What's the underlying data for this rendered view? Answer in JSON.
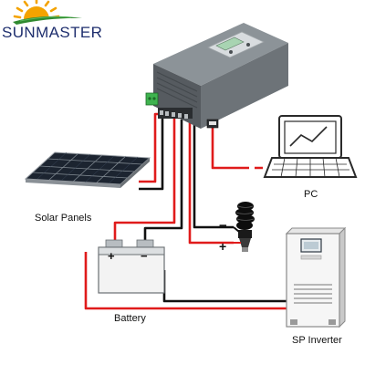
{
  "brand": {
    "name": "SUNMASTER"
  },
  "labels": {
    "solar_panels": "Solar Panels",
    "battery": "Battery",
    "pc": "PC",
    "sp_inverter": "SP Inverter"
  },
  "terminal_signs": {
    "bulb_minus": "−",
    "bulb_plus": "+",
    "battery_plus": "+",
    "battery_minus": "−"
  },
  "wire_colors": {
    "positive": "#e01b1b",
    "negative": "#111111",
    "data_link": "#e01b1b"
  },
  "colors": {
    "brand_text": "#1f2f6e",
    "sun": "#f4a300",
    "leaf": "#2f8a2f",
    "controller_body": "#6d7378",
    "battery_body": "#f3f3f3",
    "inverter_body": "#f6f6f6",
    "lcd_screen": "#a8d4b2"
  },
  "icons": {
    "logo": "sun-logo-icon",
    "controller": "solar-charge-controller-icon",
    "solar_panels": "solar-panel-array-icon",
    "battery": "battery-icon",
    "bulb": "cfl-bulb-icon",
    "pc": "laptop-icon",
    "inverter": "inverter-icon"
  }
}
